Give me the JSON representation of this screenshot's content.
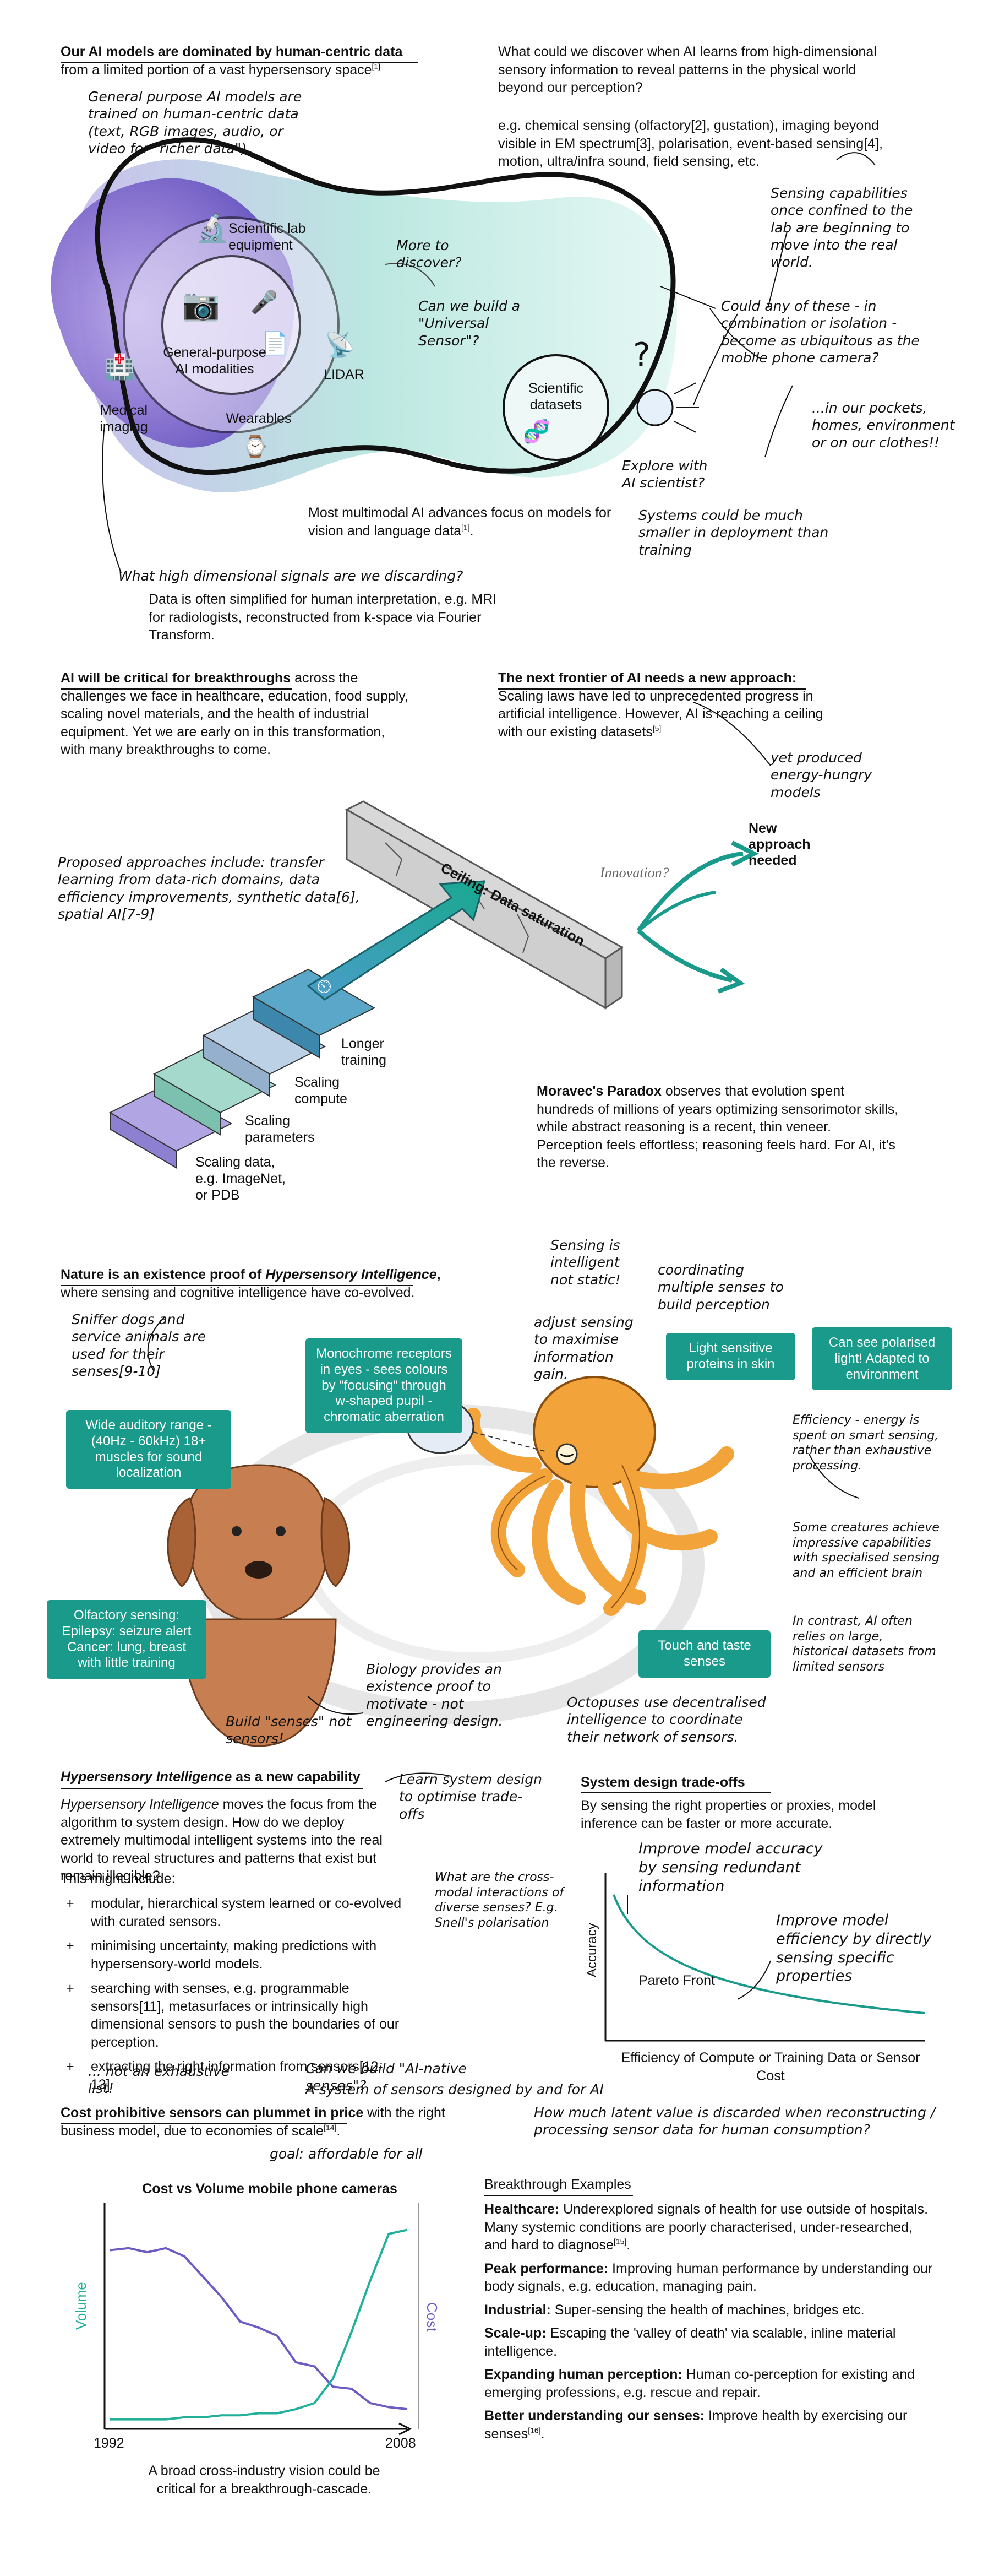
{
  "s1": {
    "title": "Our AI models are dominated by human-centric data",
    "sub": "from a limited portion of a vast hypersensory space",
    "sub_ref": "[1]",
    "note_general": "General purpose AI models are trained on human-centric data (text, RGB images, audio, or video for \"richer data\")",
    "lbl_lab": "Scientific lab equipment",
    "lbl_general": "General-purpose AI modalities",
    "lbl_lidar": "LIDAR",
    "lbl_medical": "Medical imaging",
    "lbl_wearables": "Wearables",
    "lbl_datasets": "Scientific datasets",
    "note_more": "More to discover?",
    "note_universal": "Can we build a \"Universal Sensor\"?",
    "caption": "Most multimodal AI advances focus on models for vision and language data",
    "caption_ref": "[1]",
    "note_discard": "What high dimensional signals are we discarding?",
    "discard_text": "Data is often simplified for human interpretation, e.g. MRI for radiologists, reconstructed from k-space via Fourier Transform."
  },
  "s2": {
    "q": "What could we discover when AI learns from high-dimensional sensory information to reveal patterns in the physical world beyond our perception?",
    "examples": "e.g. chemical sensing (olfactory[2], gustation), imaging beyond visible in EM spectrum[3], polarisation, event-based sensing[4], motion, ultra/infra sound, field sensing, etc.",
    "note_lab": "Sensing capabilities once confined to the lab are beginning to move into the real world.",
    "note_ubiq": "Could any of these - in combination or isolation - become as ubiquitous as the mobile phone camera?",
    "note_pockets": "...in our pockets, homes, environment or on our clothes!!",
    "note_scientist": "Explore with AI scientist?",
    "note_smaller": "Systems could be much smaller in deployment than training",
    "question_mark": "?"
  },
  "s3": {
    "left_bold": "AI will be critical for breakthroughs",
    "left_rest": " across the challenges we face in healthcare, education, food supply, scaling novel materials, and the health of industrial equipment. Yet we are early on in this transformation, with many breakthroughs to come.",
    "right_bold": "The next frontier of AI needs a new approach:",
    "right_rest": "Scaling laws have led to unprecedented progress in artificial intelligence. However, AI is reaching a ceiling with our existing datasets",
    "right_ref": "[5]",
    "note_energy": "yet produced energy-hungry models"
  },
  "s4": {
    "note_proposed": "Proposed approaches include: transfer learning from data-rich domains, data efficiency improvements, synthetic data[6], spatial AI[7-9]",
    "ceiling": "Ceiling: Data saturation",
    "innovation": "Innovation?",
    "new_approach": "New approach needed",
    "step_longer": "Longer training",
    "step_compute": "Scaling compute",
    "step_params": "Scaling parameters",
    "step_data": "Scaling data, e.g. ImageNet, or PDB",
    "moravec_bold": "Moravec's Paradox",
    "moravec_rest": " observes that evolution spent hundreds of millions of years optimizing sensorimotor skills, while abstract reasoning is a recent, thin veneer. Perception feels effortless; reasoning feels hard. For AI, it's the reverse."
  },
  "s5": {
    "title_a": "Nature is an existence proof of ",
    "title_b": "Hypersensory Intelligence",
    "title_c": ",",
    "sub": "where sensing and cognitive intelligence have co-evolved.",
    "note_sniffer": "Sniffer dogs and service animals are used for their senses[9-10]",
    "note_intelligent": "Sensing is intelligent not static!",
    "note_coord": "coordinating multiple senses to build perception",
    "note_adjust": "adjust sensing to maximise information gain.",
    "b_mono": "Monochrome receptors in eyes - sees colours by \"focusing\" through w-shaped pupil - chromatic aberration",
    "b_light": "Light sensitive proteins in skin",
    "b_polar": "Can see polarised light! Adapted to environment",
    "b_audio": "Wide auditory range -(40Hz - 60kHz) 18+ muscles for sound localization",
    "b_olf": "Olfactory sensing: Epilepsy: seizure alert Cancer: lung, breast with little training",
    "b_touch": "Touch and taste senses",
    "note_efficiency": "Efficiency - energy is spent on smart sensing, rather than exhaustive processing.",
    "note_creatures": "Some creatures achieve impressive capabilities with specialised sensing and an efficient brain",
    "note_contrast": "In contrast, AI often relies on large, historical datasets from limited sensors",
    "note_biology": "Biology provides an existence proof to motivate - not engineering design.",
    "note_build": "Build \"senses\" not sensors!",
    "note_octopus": "Octopuses use decentralised intelligence to coordinate their network of sensors."
  },
  "s6": {
    "title_a": "Hypersensory Intelligence",
    "title_b": " as a new capability",
    "p_a": "Hypersensory Intelligence",
    "p_b": " moves the focus from the algorithm to system design. How do we deploy extremely multimodal intelligent systems into the real world to reveal structures and patterns that exist but remain illegible?",
    "might": "This might include:",
    "bullets": [
      "modular, hierarchical system learned or co-evolved with curated sensors.",
      "minimising uncertainty, making predictions with hypersensory-world models.",
      "searching with senses, e.g. programmable sensors[11], metasurfaces or intrinsically high dimensional sensors to push the boundaries of our perception.",
      "extracting the right information from sensors[12-13]"
    ],
    "note_learn": "Learn system design to optimise trade-offs",
    "note_cross": "What are the cross-modal interactions of diverse senses? E.g. Snell's polarisation",
    "note_notlist": "... not an exhaustive list!",
    "note_native": "Can we build \"AI-native senses\"?",
    "note_system": "A system of sensors designed by and for AI",
    "trade_title": "System design trade-offs",
    "trade_text": "By sensing the right properties or proxies, model inference can be faster or more accurate.",
    "note_accuracy": "Improve model accuracy by sensing redundant information",
    "note_efficiency": "Improve model efficiency by directly sensing specific properties",
    "pareto": "Pareto Front",
    "yaxis": "Accuracy",
    "xaxis": "Efficiency of Compute or Training Data or Sensor Cost"
  },
  "s7": {
    "cost_bold": "Cost prohibitive sensors can plummet in price",
    "cost_rest": " with the right business model, due to economies of scale",
    "cost_ref": "[14]",
    "note_goal": "goal: affordable for all",
    "note_latent": "How much latent value is discarded when reconstructing / processing sensor data for human consumption?",
    "chart_title": "Cost vs Volume mobile phone cameras",
    "y_left": "Volume",
    "y_right": "Cost",
    "x_start": "1992",
    "x_end": "2008",
    "caption": "A broad cross-industry vision could be critical for a breakthrough-cascade.",
    "bx_title": "Breakthrough Examples",
    "bx": [
      {
        "h": "Healthcare:",
        "t": " Underexplored signals of health for use outside of hospitals. Many systemic conditions are poorly characterised, under-researched, and hard to diagnose",
        "r": "[15]",
        "e": "."
      },
      {
        "h": "Peak performance:",
        "t": " Improving human performance by understanding our body signals, e.g. education, managing pain.",
        "r": "",
        "e": ""
      },
      {
        "h": "Industrial:",
        "t": " Super-sensing the health of machines, bridges etc.",
        "r": "",
        "e": ""
      },
      {
        "h": "Scale-up:",
        "t": " Escaping the 'valley of death' via scalable, inline material intelligence.",
        "r": "",
        "e": ""
      },
      {
        "h": "Expanding human perception:",
        "t": " Human co-perception for existing and emerging professions, e.g. rescue and repair.",
        "r": "",
        "e": ""
      },
      {
        "h": "Better understanding our senses:",
        "t": " Improve health by exercising our senses",
        "r": "[16]",
        "e": "."
      }
    ]
  },
  "chart_data": {
    "type": "line",
    "title": "Cost vs Volume mobile phone cameras",
    "xlabel": "",
    "ylabel": "Volume",
    "x": [
      1992,
      1993,
      1994,
      1995,
      1996,
      1997,
      1998,
      1999,
      2000,
      2001,
      2002,
      2003,
      2004,
      2005,
      2006,
      2007,
      2008
    ],
    "series": [
      {
        "name": "Cost",
        "color": "#6a5cc4",
        "values": [
          0.85,
          0.86,
          0.84,
          0.86,
          0.82,
          0.72,
          0.62,
          0.5,
          0.47,
          0.43,
          0.3,
          0.28,
          0.18,
          0.17,
          0.1,
          0.08,
          0.07
        ]
      },
      {
        "name": "Volume",
        "color": "#22b09a",
        "values": [
          0.02,
          0.02,
          0.02,
          0.02,
          0.03,
          0.03,
          0.04,
          0.04,
          0.05,
          0.05,
          0.07,
          0.1,
          0.22,
          0.45,
          0.7,
          0.93,
          0.95
        ]
      }
    ],
    "ylim": [
      0,
      1
    ],
    "grid": false
  }
}
